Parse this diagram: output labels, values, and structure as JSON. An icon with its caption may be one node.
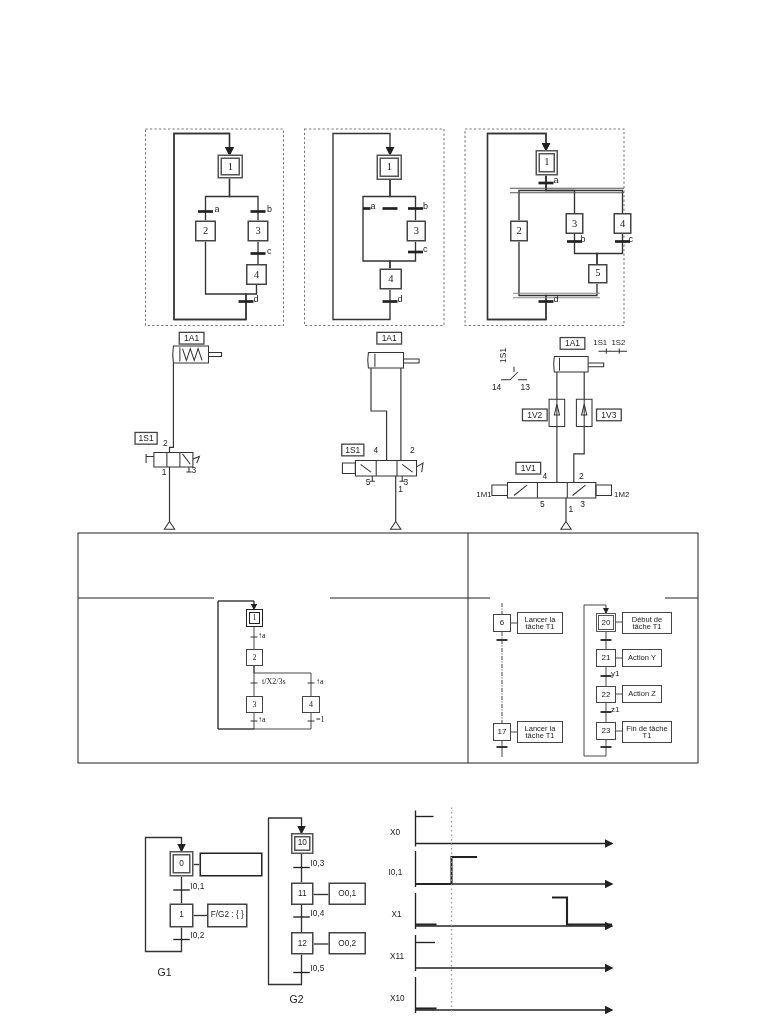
{
  "diagram": {
    "nodes": [
      {
        "text": [
          "1"
        ]
      },
      {
        "text": [
          "2"
        ]
      },
      {
        "text": [
          "3"
        ]
      },
      {
        "text": [
          "4"
        ]
      },
      {
        "text": [
          "1"
        ]
      },
      {
        "text": [
          "3"
        ]
      },
      {
        "text": [
          "4"
        ]
      },
      {
        "text": [
          "1"
        ]
      },
      {
        "text": [
          "2"
        ]
      },
      {
        "text": [
          "3"
        ]
      },
      {
        "text": [
          "4"
        ]
      },
      {
        "text": [
          "5"
        ]
      },
      {
        "text": [
          "1A1"
        ]
      },
      {
        "text": [
          "1S1"
        ]
      },
      {
        "text": [
          "1A1"
        ]
      },
      {
        "text": [
          "1S1"
        ]
      },
      {
        "text": [
          "1A1"
        ]
      },
      {
        "text": [
          "1V2"
        ]
      },
      {
        "text": [
          "1V3"
        ]
      },
      {
        "text": [
          "1V1"
        ]
      },
      {
        "text": [
          "1"
        ]
      },
      {
        "text": [
          "2"
        ]
      },
      {
        "text": [
          "3"
        ]
      },
      {
        "text": [
          "4"
        ]
      },
      {
        "text": [
          "6"
        ]
      },
      {
        "text": [
          "Lancer la tâche T1"
        ]
      },
      {
        "text": [
          "17"
        ]
      },
      {
        "text": [
          "Lancer la tâche T1"
        ]
      },
      {
        "text": [
          "20"
        ]
      },
      {
        "text": [
          "Début de tâche T1"
        ]
      },
      {
        "text": [
          "21"
        ]
      },
      {
        "text": [
          "Action Y"
        ]
      },
      {
        "text": [
          "22"
        ]
      },
      {
        "text": [
          "Action Z"
        ]
      },
      {
        "text": [
          "23"
        ]
      },
      {
        "text": [
          "Fin de tâche T1"
        ]
      },
      {
        "text": [
          "0"
        ]
      },
      {
        "text": [],
        "shape": "box"
      },
      {
        "text": [
          "1"
        ]
      },
      {
        "text": [
          "F/G2 : { }"
        ]
      },
      {
        "text": [
          "10"
        ]
      },
      {
        "text": [
          "11"
        ]
      },
      {
        "text": [
          "O0,1"
        ]
      },
      {
        "text": [
          "12"
        ]
      },
      {
        "text": [
          "O0,2"
        ]
      },
      {
        "text": [],
        "shape": "cylinder"
      },
      {
        "text": [],
        "shape": "box"
      },
      {
        "text": [],
        "shape": "triangle"
      },
      {
        "text": [],
        "shape": "cylinder"
      },
      {
        "text": [],
        "shape": "box"
      },
      {
        "text": [],
        "shape": "triangle"
      },
      {
        "text": [],
        "shape": "cylinder"
      },
      {
        "text": [],
        "shape": "box"
      },
      {
        "text": [],
        "shape": "box"
      },
      {
        "text": [],
        "shape": "box"
      },
      {
        "text": [],
        "shape": "triangle"
      }
    ],
    "edges": [
      {
        "from": 0,
        "to": 1,
        "arrow": "none"
      },
      {
        "from": 0,
        "to": 2,
        "arrow": "none"
      },
      {
        "from": 2,
        "to": 3,
        "arrow": "none"
      },
      {
        "from": 1,
        "to": 0,
        "arrow": "to"
      },
      {
        "from": 3,
        "to": 0,
        "arrow": "to"
      },
      {
        "from": 4,
        "to": 6,
        "arrow": "none"
      },
      {
        "from": 4,
        "to": 5,
        "arrow": "none"
      },
      {
        "from": 5,
        "to": 6,
        "arrow": "none"
      },
      {
        "from": 6,
        "to": 4,
        "arrow": "to"
      },
      {
        "from": 7,
        "to": 8,
        "arrow": "none"
      },
      {
        "from": 7,
        "to": 9,
        "arrow": "none"
      },
      {
        "from": 7,
        "to": 10,
        "arrow": "none"
      },
      {
        "from": 9,
        "to": 11,
        "arrow": "none"
      },
      {
        "from": 10,
        "to": 11,
        "arrow": "none"
      },
      {
        "from": 8,
        "to": 7,
        "arrow": "to"
      },
      {
        "from": 11,
        "to": 7,
        "arrow": "to"
      },
      {
        "from": 20,
        "to": 21,
        "arrow": "none"
      },
      {
        "from": 21,
        "to": 22,
        "arrow": "none"
      },
      {
        "from": 21,
        "to": 23,
        "arrow": "none"
      },
      {
        "from": 22,
        "to": 20,
        "arrow": "to"
      },
      {
        "from": 23,
        "to": 20,
        "arrow": "to"
      },
      {
        "from": null,
        "to": 24,
        "arrow": "none",
        "style": "dashed"
      },
      {
        "from": 24,
        "to": 25,
        "arrow": "none"
      },
      {
        "from": 24,
        "to": 26,
        "arrow": "none",
        "style": "dashed"
      },
      {
        "from": 26,
        "to": 27,
        "arrow": "none"
      },
      {
        "from": 26,
        "to": null,
        "arrow": "none"
      },
      {
        "from": 28,
        "to": 29,
        "arrow": "none"
      },
      {
        "from": 28,
        "to": 30,
        "arrow": "none"
      },
      {
        "from": 30,
        "to": 31,
        "arrow": "none"
      },
      {
        "from": 30,
        "to": 32,
        "arrow": "none"
      },
      {
        "from": 32,
        "to": 33,
        "arrow": "none"
      },
      {
        "from": 32,
        "to": 34,
        "arrow": "none"
      },
      {
        "from": 34,
        "to": 35,
        "arrow": "none"
      },
      {
        "from": 34,
        "to": 28,
        "arrow": "to"
      },
      {
        "from": 36,
        "to": 37,
        "arrow": "none"
      },
      {
        "from": 36,
        "to": 38,
        "arrow": "none"
      },
      {
        "from": 38,
        "to": 39,
        "arrow": "none"
      },
      {
        "from": 38,
        "to": 36,
        "arrow": "to"
      },
      {
        "from": 40,
        "to": 41,
        "arrow": "none"
      },
      {
        "from": 41,
        "to": 42,
        "arrow": "none"
      },
      {
        "from": 41,
        "to": 43,
        "arrow": "none"
      },
      {
        "from": 43,
        "to": 44,
        "arrow": "none"
      },
      {
        "from": 43,
        "to": 40,
        "arrow": "to"
      },
      {
        "from": 45,
        "to": 46,
        "arrow": "none"
      },
      {
        "from": 46,
        "to": 47,
        "arrow": "none"
      },
      {
        "from": 48,
        "to": 49,
        "arrow": "none"
      },
      {
        "from": 48,
        "to": 49,
        "arrow": "none"
      },
      {
        "from": 49,
        "to": 50,
        "arrow": "none"
      },
      {
        "from": 51,
        "to": 52,
        "arrow": "none"
      },
      {
        "from": 52,
        "to": 54,
        "arrow": "none"
      },
      {
        "from": 51,
        "to": 53,
        "arrow": "none"
      },
      {
        "from": 53,
        "to": 54,
        "arrow": "none"
      },
      {
        "from": 54,
        "to": 55,
        "arrow": "none"
      }
    ],
    "labels": [
      "a",
      "b",
      "c",
      "d",
      "a",
      "b",
      "c",
      "d",
      "a",
      "b",
      "c",
      "d",
      "2",
      "1",
      "3",
      "4",
      "2",
      "5",
      "3",
      "1",
      "1S1",
      "14",
      "13",
      "1S1",
      "1S2",
      "4",
      "2",
      "5",
      "3",
      "1",
      "1M1",
      "1M2",
      "↑a",
      "t/X2/3s",
      "↑a",
      "↑a",
      "=1",
      "y1",
      "z1",
      "I0,1",
      "I0,2",
      "G1",
      "I0,3",
      "I0,4",
      "I0,5",
      "G2",
      "X0",
      "I0,1",
      "X1",
      "X11",
      "X10"
    ]
  }
}
